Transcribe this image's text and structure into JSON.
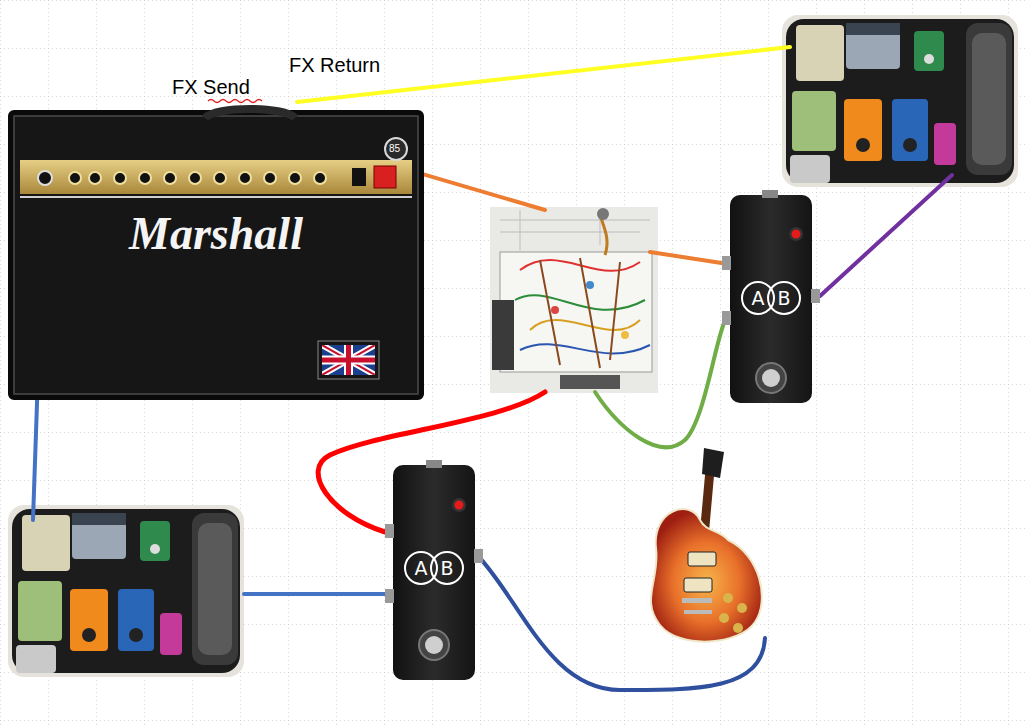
{
  "diagram": {
    "nodes": [
      {
        "text": [
          "Marshall"
        ]
      },
      {
        "text": [
          "A",
          "B"
        ]
      },
      {
        "text": [
          "A",
          "B"
        ]
      }
    ],
    "labels": [
      "FX Send",
      "FX Return",
      "85"
    ]
  }
}
